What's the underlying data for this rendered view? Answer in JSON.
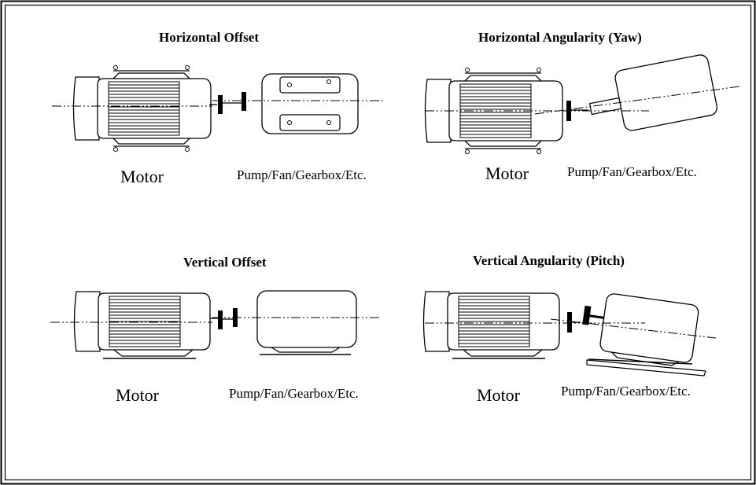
{
  "panels": [
    {
      "title": "Horizontal Offset",
      "motor_label": "Motor",
      "driven_label": "Pump/Fan/Gearbox/Etc."
    },
    {
      "title": "Horizontal Angularity (Yaw)",
      "motor_label": "Motor",
      "driven_label": "Pump/Fan/Gearbox/Etc."
    },
    {
      "title": "Vertical Offset",
      "motor_label": "Motor",
      "driven_label": "Pump/Fan/Gearbox/Etc."
    },
    {
      "title": "Vertical Angularity (Pitch)",
      "motor_label": "Motor",
      "driven_label": "Pump/Fan/Gearbox/Etc."
    }
  ]
}
